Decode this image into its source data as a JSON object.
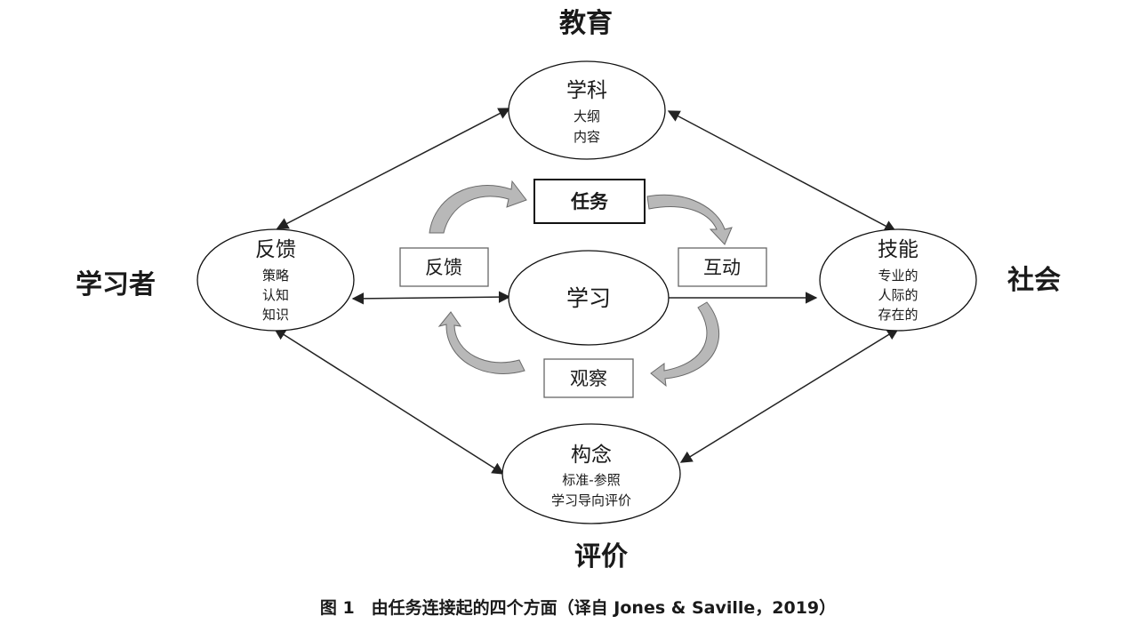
{
  "corner_labels": {
    "top": "教育",
    "left": "学习者",
    "right": "社会",
    "bottom": "评价"
  },
  "nodes": {
    "subject": {
      "title": "学科",
      "lines": [
        "大纲",
        "内容"
      ]
    },
    "feedback": {
      "title": "反馈",
      "lines": [
        "策略",
        "认知",
        "知识"
      ]
    },
    "skills": {
      "title": "技能",
      "lines": [
        "专业的",
        "人际的",
        "存在的"
      ]
    },
    "construct": {
      "title": "构念",
      "lines": [
        "标准-参照",
        "学习导向评价"
      ]
    },
    "learning": {
      "title": "学习"
    }
  },
  "cycle_boxes": {
    "task": "任务",
    "interaction": "互动",
    "observation": "观察",
    "feedback": "反馈"
  },
  "caption": "图 1　由任务连接起的四个方面（译自 Jones & Saville，2019）"
}
